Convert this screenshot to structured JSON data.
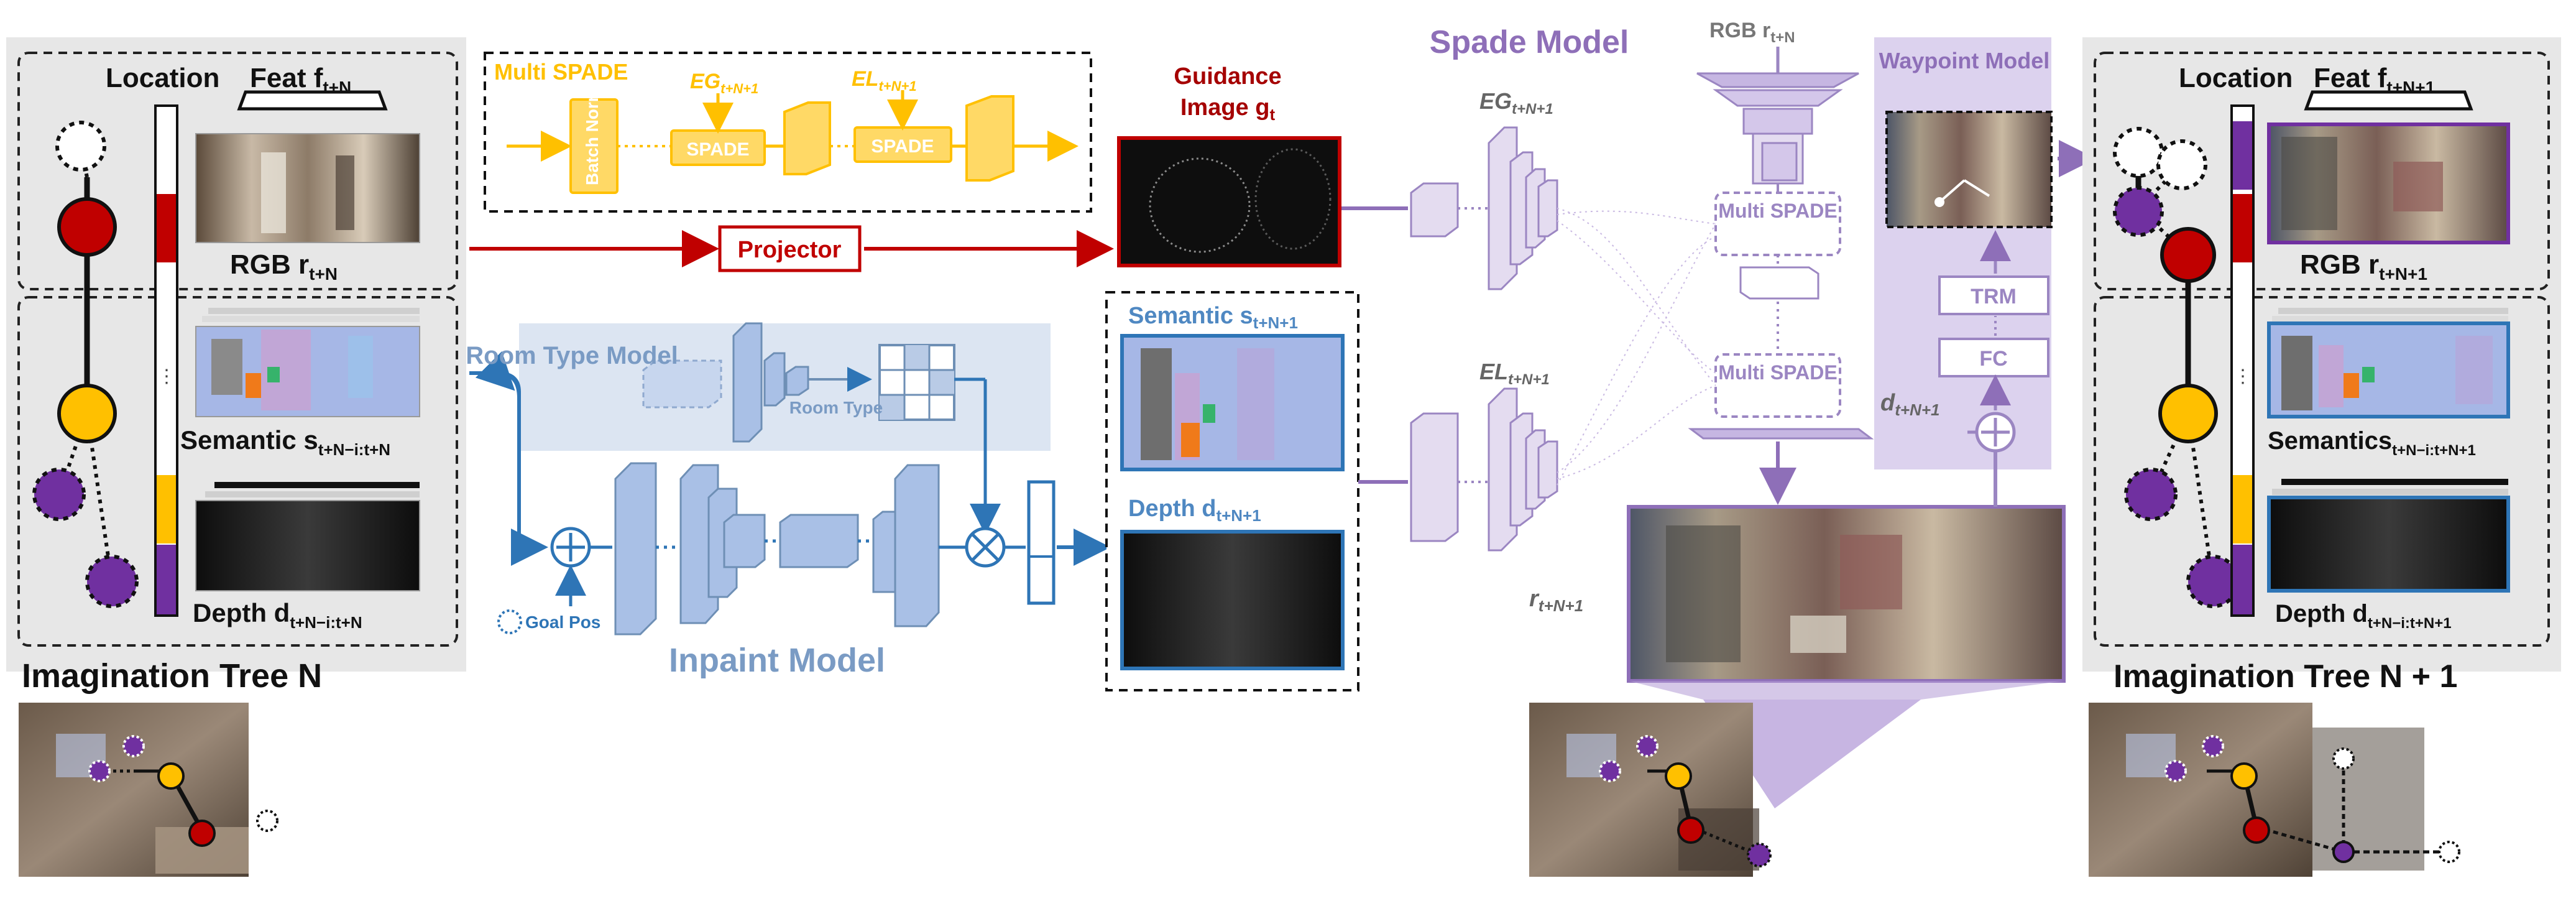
{
  "left_tree": {
    "location_label": "Location",
    "feat_label": "Feat f",
    "feat_sub": "t+N",
    "rgb_label": "RGB r",
    "rgb_sub": "t+N",
    "semantic_label": "Semantic s",
    "semantic_sub": "t+N−i:t+N",
    "depth_label": "Depth d",
    "depth_sub": "t+N−i:t+N",
    "title": "Imagination Tree N"
  },
  "multi_spade": {
    "title": "Multi SPADE",
    "eg_label": "EG",
    "eg_sub": "t+N+1",
    "el_label": "EL",
    "el_sub": "t+N+1",
    "batch_norm": "Batch Norm",
    "spade1": "SPADE",
    "spade2": "SPADE"
  },
  "projector": {
    "label": "Projector"
  },
  "guidance": {
    "line1": "Guidance",
    "line2": "Image g",
    "sub": "t"
  },
  "inpaint": {
    "room_type_model": "Room Type Model",
    "room_type": "Room Type",
    "goal_pos": "Goal Pos",
    "title": "Inpaint Model"
  },
  "mid_outputs": {
    "semantic_label": "Semantic s",
    "semantic_sub": "t+N+1",
    "depth_label": "Depth d",
    "depth_sub": "t+N+1"
  },
  "spade_model": {
    "title": "Spade Model",
    "eg_label": "EG",
    "eg_sub": "t+N+1",
    "el_label": "EL",
    "el_sub": "t+N+1",
    "rgb_label": "RGB r",
    "rgb_sub": "t+N",
    "multi_spade_1": "Multi SPADE",
    "multi_spade_2": "Multi SPADE",
    "r_label": "r",
    "r_sub": "t+N+1",
    "d_label": "d",
    "d_sub": "t+N+1"
  },
  "waypoint": {
    "title": "Waypoint Model",
    "trm": "TRM",
    "fc": "FC"
  },
  "right_tree": {
    "location_label": "Location",
    "feat_label": "Feat f",
    "feat_sub": "t+N+1",
    "rgb_label": "RGB r",
    "rgb_sub": "t+N+1",
    "semantic_label": "Semantics",
    "semantic_sub": "t+N−i:t+N+1",
    "depth_label": "Depth d",
    "depth_sub": "t+N−i:t+N+1",
    "title": "Imagination Tree N + 1"
  },
  "colors": {
    "red": "#c00000",
    "yellow": "#ffc000",
    "purple": "#7030a0",
    "light_purple": "#b4a7d6",
    "blue": "#2e75b6",
    "steel_blue": "#6e8fb5"
  }
}
